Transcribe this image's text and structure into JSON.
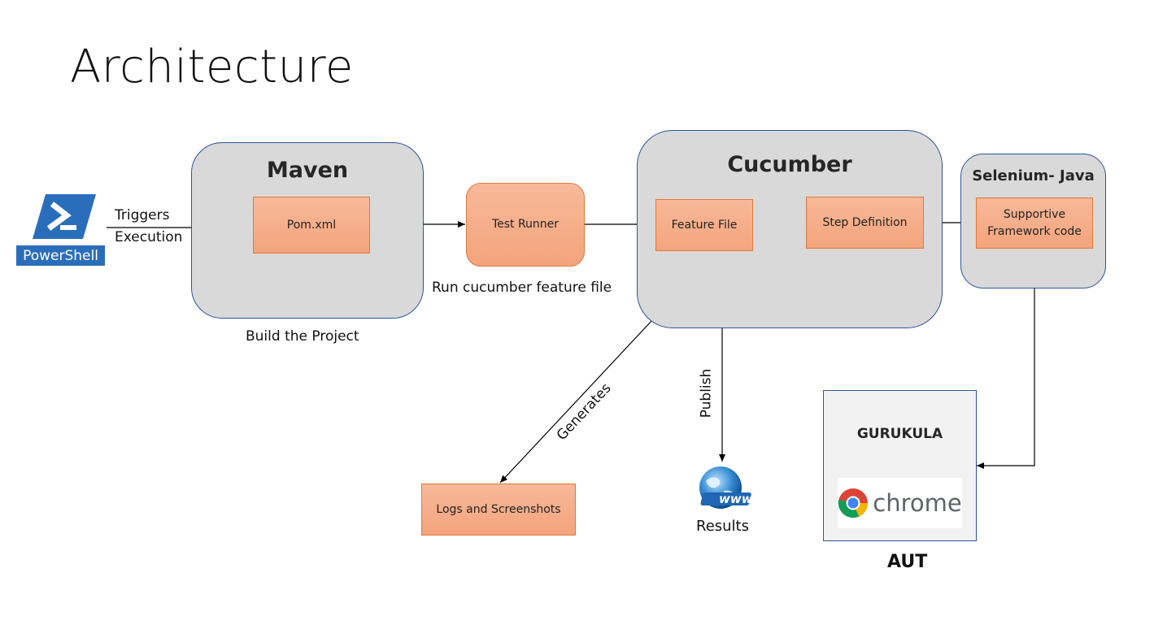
{
  "title": "Architecture",
  "powershell": {
    "label": "PowerShell",
    "icon": "powershell-icon"
  },
  "trigger": {
    "line1": "Triggers",
    "line2": "Execution"
  },
  "maven": {
    "title": "Maven",
    "pom": "Pom.xml",
    "caption": "Build the Project"
  },
  "runner": {
    "label": "Test Runner",
    "caption": "Run cucumber feature file"
  },
  "cucumber": {
    "title": "Cucumber",
    "feature": "Feature File",
    "step": "Step Definition"
  },
  "selenium": {
    "title": "Selenium- Java",
    "framework_line1": "Supportive",
    "framework_line2": "Framework code"
  },
  "aut": {
    "app": "GURUKULA",
    "browser": "chrome",
    "caption": "AUT"
  },
  "edges": {
    "generates": "Generates",
    "publish": "Publish"
  },
  "logs": {
    "label": "Logs and Screenshots"
  },
  "results": {
    "label": "Results",
    "icon": "www-globe-icon",
    "www": "www"
  },
  "colors": {
    "group_fill": "#d9d9d9",
    "group_border": "#2f5597",
    "box_fill": "#f4a47c",
    "box_border": "#e07a3a",
    "powershell_blue": "#2a6ebb"
  }
}
